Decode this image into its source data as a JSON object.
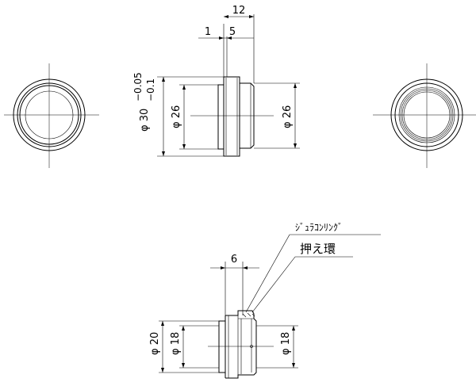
{
  "dimensions": {
    "width_total": "12",
    "width_a": "1",
    "width_b": "5",
    "outer_dia": "φ 30",
    "tol_upper": "−0.05",
    "tol_lower": "−0.1",
    "inner_dia_left": "φ 26",
    "inner_dia_right": "φ 26",
    "lower_width": "6",
    "lower_outer_dia": "φ 20",
    "lower_inner_left": "φ 18",
    "lower_inner_right": "φ 18"
  },
  "labels": {
    "duracon_ring": "ｼﾞｭﾗｺﾝﾘﾝｸﾞ",
    "retainer_ring": "押え環"
  }
}
